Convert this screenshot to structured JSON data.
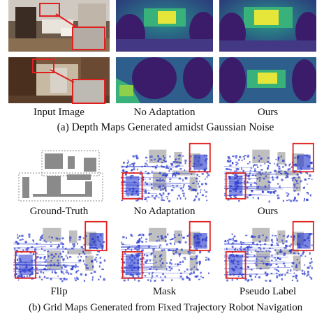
{
  "section_a": {
    "caption": "(a) Depth Maps Generated amidst Gaussian Noise",
    "column_labels": [
      "Input Image",
      "No Adaptation",
      "Ours"
    ]
  },
  "section_b": {
    "caption": "(b) Grid Maps Generated from Fixed Trajectory Robot Navigation",
    "row1_labels": [
      "Ground-Truth",
      "No Adaptation",
      "Ours"
    ],
    "row2_labels": [
      "Flip",
      "Mask",
      "Pseudo Label"
    ]
  },
  "colors": {
    "highlight_box": "#e02020",
    "depth_dark": "#3b1c6b",
    "depth_mid": "#2a8c8c",
    "depth_bright": "#e6e63a",
    "grid_blue": "#2233cc",
    "grid_gray": "#8a8a8a"
  }
}
